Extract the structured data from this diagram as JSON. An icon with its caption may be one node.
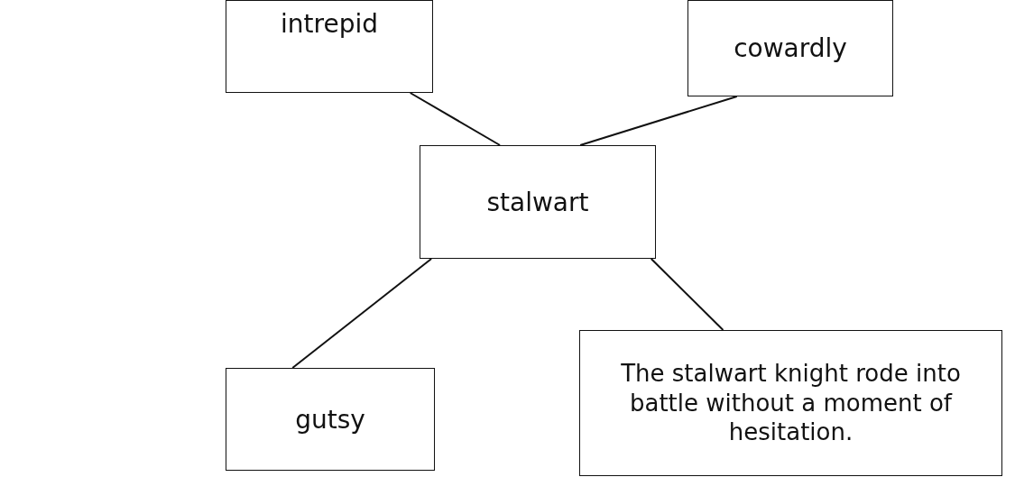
{
  "diagram": {
    "nodes": [
      {
        "text": [
          "intrepid"
        ]
      },
      {
        "text": [
          "cowardly"
        ]
      },
      {
        "text": [
          "stalwart"
        ]
      },
      {
        "text": [
          "gutsy"
        ]
      },
      {
        "text": [
          "The stalwart knight rode into battle without a moment of hesitation."
        ]
      }
    ],
    "edges": [
      {
        "from": 2,
        "to": 0,
        "arrow": "none"
      },
      {
        "from": 2,
        "to": 1,
        "arrow": "none"
      },
      {
        "from": 2,
        "to": 3,
        "arrow": "none"
      },
      {
        "from": 2,
        "to": 4,
        "arrow": "none"
      }
    ]
  }
}
